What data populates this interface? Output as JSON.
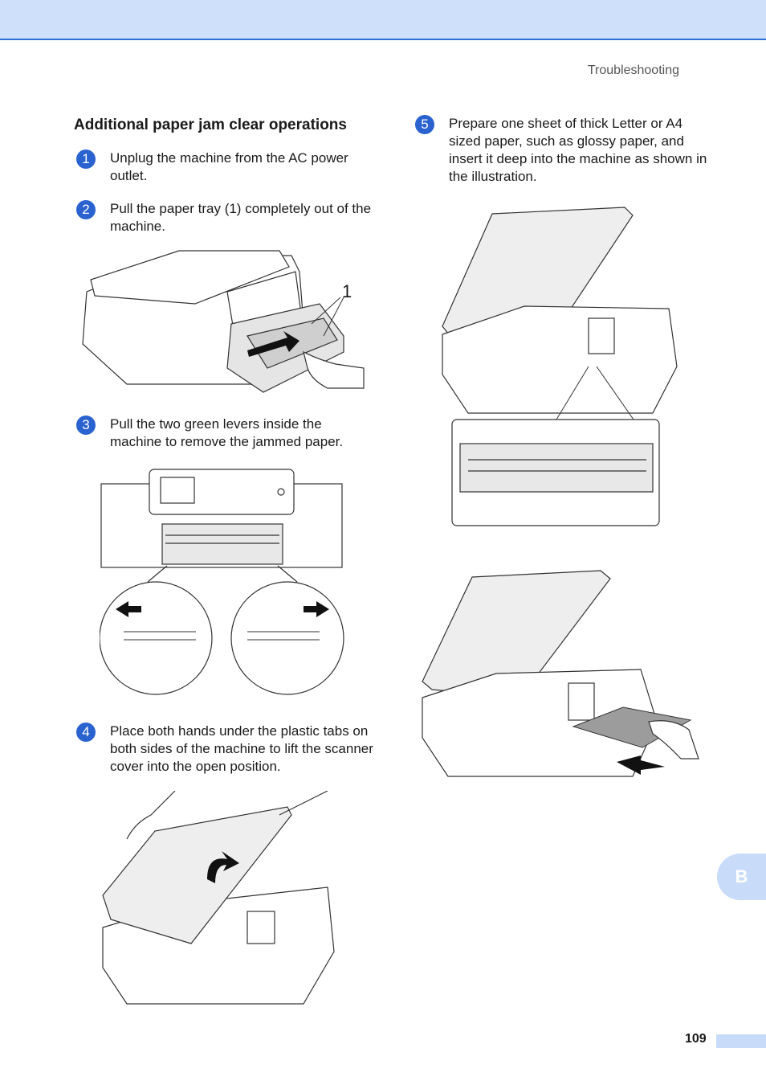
{
  "header": {
    "section_label": "Troubleshooting"
  },
  "left_column": {
    "title": "Additional paper jam clear operations",
    "steps": [
      {
        "number": "1",
        "text": "Unplug the machine from the AC power outlet."
      },
      {
        "number": "2",
        "text": "Pull the paper tray (1) completely out of the machine."
      },
      {
        "number": "3",
        "text": "Pull the two green levers inside the machine to remove the jammed paper."
      },
      {
        "number": "4",
        "text": "Place both hands under the plastic tabs on both sides of the machine to lift the scanner cover into the open position."
      }
    ],
    "callout_label": "1"
  },
  "right_column": {
    "steps": [
      {
        "number": "5",
        "text": "Prepare one sheet of thick Letter or A4 sized paper, such as glossy paper, and insert it deep into the machine as shown in the illustration."
      }
    ]
  },
  "side_tab": {
    "letter": "B"
  },
  "footer": {
    "page_number": "109"
  },
  "colors": {
    "accent": "#2a63cf",
    "band": "#cfe0fb",
    "tab": "#c8dcfa"
  }
}
